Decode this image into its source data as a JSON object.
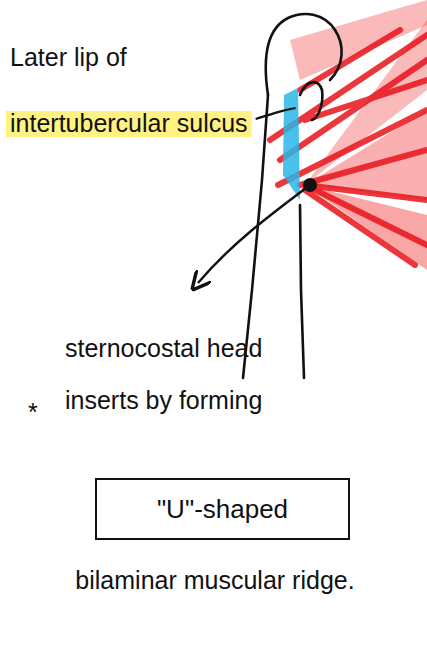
{
  "diagram": {
    "nodes": [
      {
        "text": [
          "\"U\"-shaped"
        ]
      }
    ],
    "labels": [
      "Later lip of intertubercular sulcus",
      "*",
      "sternocostal head inserts by forming",
      "bilaminar muscular ridge."
    ]
  }
}
